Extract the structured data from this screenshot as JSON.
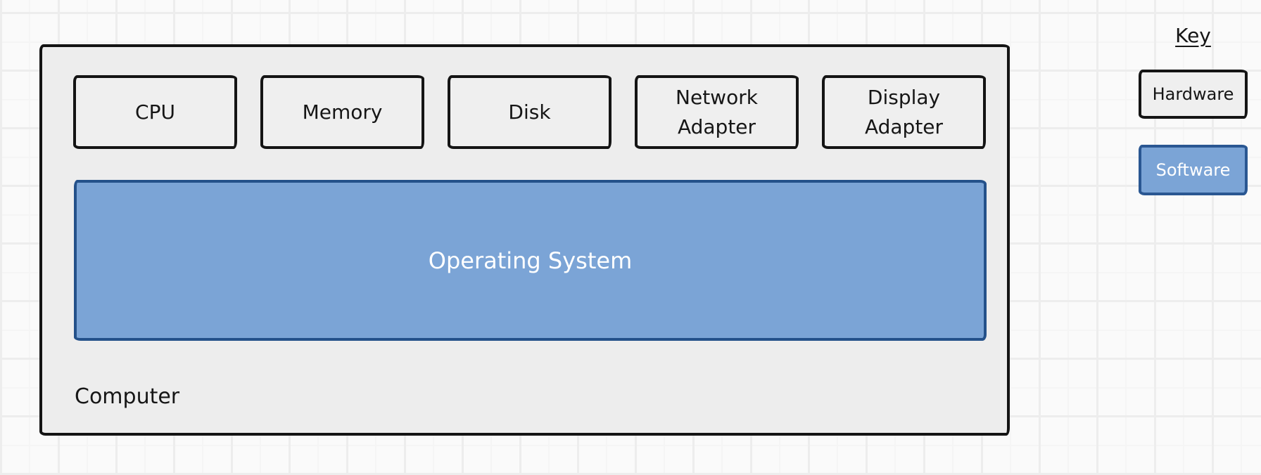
{
  "diagram": {
    "computer": {
      "label": "Computer",
      "hardware_components": [
        {
          "label": "CPU"
        },
        {
          "label": "Memory"
        },
        {
          "label": "Disk"
        },
        {
          "label": "Network Adapter"
        },
        {
          "label": "Display Adapter"
        }
      ],
      "software_components": [
        {
          "label": "Operating System"
        }
      ]
    },
    "key": {
      "title": "Key",
      "items": [
        {
          "label": "Hardware",
          "type": "hardware"
        },
        {
          "label": "Software",
          "type": "software"
        }
      ]
    },
    "colors": {
      "background": "#fafafa",
      "grid_minor": "#f5f5f5",
      "grid_major": "#ededed",
      "hardware_fill": "#efefef",
      "hardware_border": "#141414",
      "software_fill": "#7ba4d6",
      "software_border": "#24518a",
      "software_text": "#ffffff",
      "text": "#161616"
    }
  }
}
